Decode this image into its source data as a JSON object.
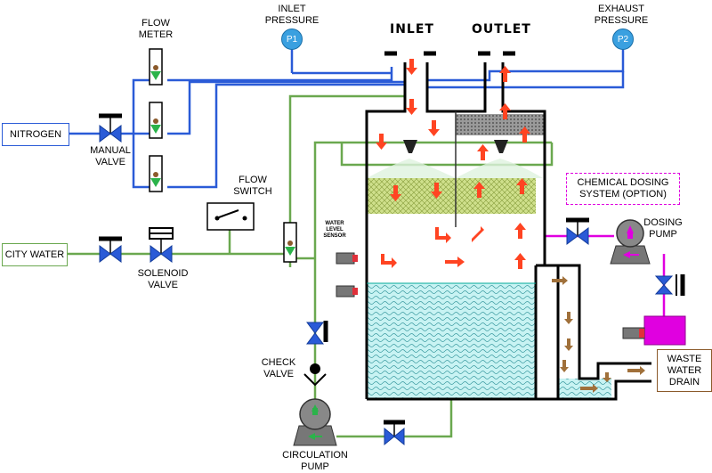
{
  "labels": {
    "nitrogen": "NITROGEN",
    "city_water": "CITY WATER",
    "flow_meter": "FLOW\nMETER",
    "inlet_pressure": "INLET\nPRESSURE",
    "p1": "P1",
    "inlet": "INLET",
    "outlet": "OUTLET",
    "exhaust_pressure": "EXHAUST\nPRESSURE",
    "p2": "P2",
    "manual_valve": "MANUAL\nVALVE",
    "flow_switch": "FLOW\nSWITCH",
    "solenoid_valve": "SOLENOID\nVALVE",
    "water_level_sensor": "WATER\nLEVEL\nSENSOR",
    "chemical_dosing": "CHEMICAL DOSING\nSYSTEM (OPTION)",
    "dosing_pump": "DOSING\nPUMP",
    "check_valve": "CHECK\nVALVE",
    "circulation_pump": "CIRCULATION\nPUMP",
    "waste_water_drain": "WASTE\nWATER\nDRAIN"
  },
  "colors": {
    "nitrogen_line": "#2a5bd7",
    "water_line": "#6aa84f",
    "dosing_line": "#e000e0",
    "valve": "#2a5bd7",
    "gas_arrow": "#ff4422",
    "drain_arrow": "#a0703a",
    "packing": "#c9d98a",
    "water": "#bfeff0",
    "tank": "#000000"
  },
  "icons": [
    "pressure-gauge-icon",
    "valve-icon",
    "pump-icon",
    "check-valve-icon",
    "flow-meter-icon",
    "flow-switch-icon",
    "spray-nozzle-icon",
    "arrow-icon"
  ]
}
